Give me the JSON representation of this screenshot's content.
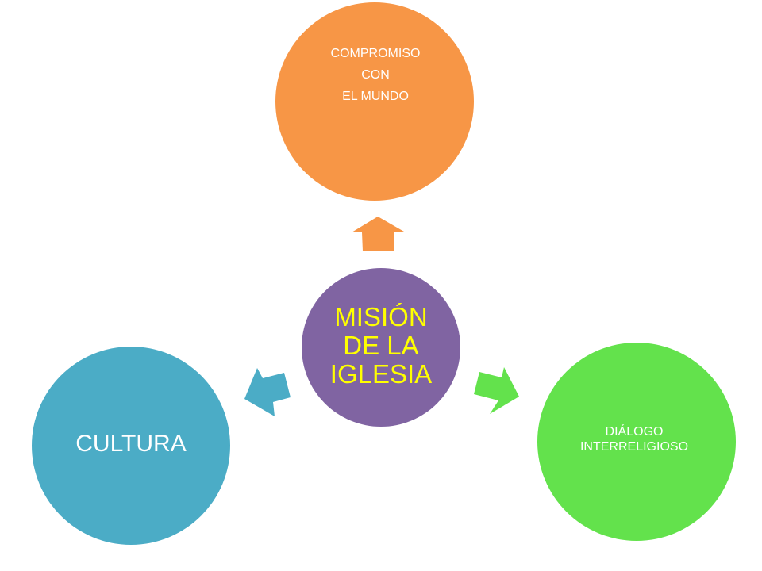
{
  "center": {
    "lines": [
      "MISIÓN",
      "DE LA",
      "IGLESIA"
    ]
  },
  "top": {
    "lines": [
      "COMPROMISO",
      "CON",
      "EL MUNDO"
    ]
  },
  "right": {
    "lines": [
      "DIÁLOGO",
      "INTERRELIGIOSO"
    ]
  },
  "left": {
    "label": "CULTURA"
  },
  "colors": {
    "center": "#8064a2",
    "top": "#f79646",
    "right": "#63e24c",
    "left": "#4bacc6",
    "center_text": "#ffff00"
  }
}
